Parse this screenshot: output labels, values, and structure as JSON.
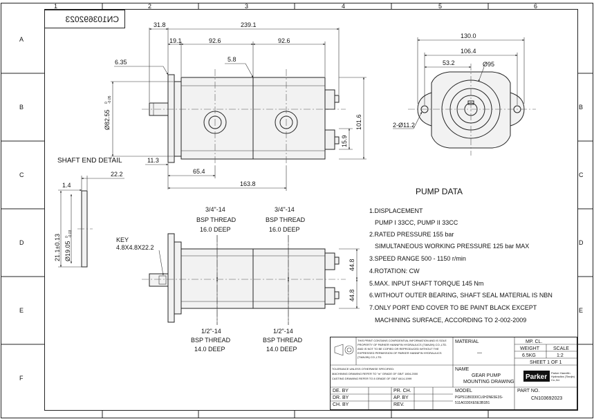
{
  "drawing_number": "CN103692023",
  "grid": {
    "columns": [
      "1",
      "2",
      "3",
      "4",
      "5",
      "6"
    ],
    "rows": [
      "A",
      "B",
      "C",
      "D",
      "E",
      "F"
    ]
  },
  "front_view": {
    "dims": {
      "d31_8": "31.8",
      "d239_1": "239.1",
      "d19_1": "19.1",
      "d92_6a": "92.6",
      "d92_6b": "92.6",
      "d6_35": "6.35",
      "d5_8": "5.8",
      "d82_55": "Ø82.55",
      "d82_55_tol": "0\n-0.05",
      "d101_6": "101.6",
      "d15_9": "15.9",
      "d11_3": "11.3",
      "d65_4": "65.4",
      "d163_8": "163.8"
    }
  },
  "end_view": {
    "dims": {
      "d130": "130.0",
      "d106_4": "106.4",
      "d53_2": "53.2",
      "d95": "Ø95",
      "holes": "2-Ø11.2"
    }
  },
  "shaft_detail": {
    "title": "SHAFT END DETAIL",
    "d22_2": "22.2",
    "d1_4": "1.4",
    "d21_1": "21.1±0.13",
    "d19_05": "Ø19.05",
    "d19_05_tol": "0\n-0.03"
  },
  "top_view": {
    "port_a_line1": "3/4\"-14",
    "port_a_line2": "BSP THREAD",
    "port_a_line3": "16.0 DEEP",
    "port_b_line1": "3/4\"-14",
    "port_b_line2": "BSP THREAD",
    "port_b_line3": "16.0 DEEP",
    "key_line1": "KEY",
    "key_line2": "4.8X4.8X22.2",
    "d44_8a": "44.8",
    "d44_8b": "44.8",
    "port_c_line1": "1/2\"-14",
    "port_c_line2": "BSP THREAD",
    "port_c_line3": "14.0 DEEP",
    "port_d_line1": "1/2\"-14",
    "port_d_line2": "BSP THREAD",
    "port_d_line3": "14.0 DEEP"
  },
  "pump_data": {
    "title": "PUMP DATA",
    "lines": [
      "1.DISPLACEMENT",
      "PUMP I 33CC, PUMP II 33CC",
      "2.RATED PRESSURE 155 bar",
      "SIMULTANEOUS WORKING PRESSURE 125 bar MAX",
      "3.SPEED RANGE 500 - 1150 r/min",
      "4.ROTATION:  CW",
      "5.MAX. INPUT SHAFT TORQUE 145 Nm",
      "6.WITHOUT OUTER BEARING,  SHAFT SEAL MATERIAL IS NBN",
      "7.ONLY PORT END COVER TO BE PAINT BLACK EXCEPT",
      "MACHINING SURFACE, ACCORDING TO 2-002-2009"
    ]
  },
  "title_block": {
    "notice_1": "THIS PRINT CONTAINS CONFIDENTIAL INFORMATION AND IS SOLE",
    "notice_2": "PROPERTY OF PARKER HANNIFIN HYDRAULICS (TIANJIN) CO.,LTD.",
    "notice_3": "AND IS NOT TO BE COPIED OR REPRODUCED WITHOUT THE",
    "notice_4": "EXPRESSED PERMISSION OF PARKER HANNIFIN HYDRAULICS",
    "notice_5": "(TIANJIN) CO.,LTD.",
    "material_label": "MATERIAL",
    "material_value": "—",
    "mp_cl": "MP. CL.",
    "weight_label": "WEIGHT",
    "weight_value": "6.5KG",
    "scale_label": "SCALE",
    "scale_value": "1:2",
    "sheet": "SHEET 1 OF 1",
    "tolerance_1": "TOLERANCE UNLESS OTHERWISE SPECIFIED:",
    "tolerance_2": "MACHINING DRAWING REFER TO \"m\" GRADE OF GB/T 1804-2000",
    "tolerance_3": "CASTING DRAWING REFER TO 8 GRADE OF GB/T 6414-1999",
    "name_label": "NAME",
    "name_line1": "GEAR PUMP",
    "name_line2": "MOUNTING DRAWING",
    "brand": "Parker",
    "brand_sub1": "Parker Hannifin",
    "brand_sub2": "Hydraulics (Tianjin)",
    "brand_sub3": "Co.,ltd.",
    "model_label": "MODEL",
    "model_line1": "PGP511B0330CL6H2NE5E3S-",
    "model_line2": "511A0330XE5E3B1B1",
    "part_label": "PART NO.",
    "part_value": "CN103692023",
    "de_by": "DE. BY",
    "dr_by": "DR. BY",
    "ch_by": "CH. BY",
    "pr_ch": "PR. CH.",
    "ap_by": "AP. BY",
    "rev": "REV."
  },
  "colors": {
    "line": "#222222",
    "body_fill": "#f2f2f2"
  }
}
